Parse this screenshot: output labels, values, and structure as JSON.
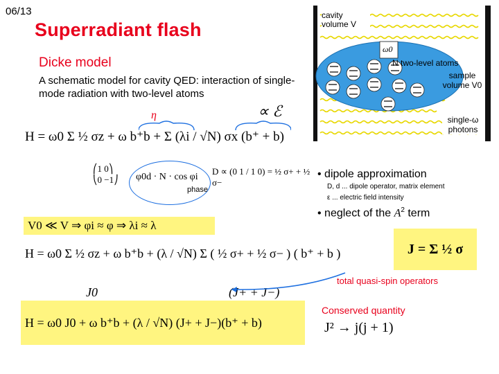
{
  "header": {
    "page_number": "06/13",
    "title": "Superradiant flash",
    "subtitle": "Dicke model",
    "description": "A schematic model for cavity QED: interaction of single-mode radiation with two-level atoms"
  },
  "figure": {
    "cavity_label": "cavity volume V",
    "omega_label": "ω0",
    "atoms_label": "N two-level atoms",
    "sample_label": "sample volume V0",
    "photons_label": "single-ω photons"
  },
  "equation1": {
    "eta_label": "η",
    "proportional_label": "∝ ℰ",
    "hamiltonian": "H = ω0 Σ ½ σz + ω b⁺b + Σ (λi / √N) σx (b⁺ + b)"
  },
  "equation2": {
    "phase_label": "phase",
    "left_terms": "φ0d · N · cos φi",
    "right_terms": "D ∝ (0 1 / 1 0) = ½ σ+ + ½ σ−"
  },
  "bullets": {
    "dipole": "dipole approximation",
    "dipole_note": "D, d ... dipole operator, matrix element",
    "field_note": "ε ... electric field intensity",
    "neglect_prefix": "neglect of the ",
    "neglect_term": "A",
    "neglect_sup": "2",
    "neglect_suffix": " term"
  },
  "condition": {
    "text": "V0 ≪ V  ⇒  φi ≈ φ  ⇒  λi ≈ λ"
  },
  "equation3": {
    "hamiltonian": "H = ω0 Σ ½ σz + ω b⁺b + (λ / √N) Σ ( ½ σ+ + ½ σ− ) ( b⁺ + b )",
    "j0_label": "J0",
    "jpm_label": "(J+ + J−)"
  },
  "spin": {
    "formula": "J = Σ ½ σ",
    "label": "total quasi-spin operators"
  },
  "equation4": {
    "hamiltonian": "H = ω0 J0 + ω b⁺b + (λ / √N) (J+ + J−)(b⁺ + b)"
  },
  "conserved": {
    "label": "Conserved quantity",
    "formula": "J² → j(j + 1)"
  },
  "colors": {
    "accent_red": "#e8001c",
    "accent_blue": "#1d6fe0",
    "highlight_yellow": "#fff580",
    "cavity_blue": "#3a9be0"
  }
}
